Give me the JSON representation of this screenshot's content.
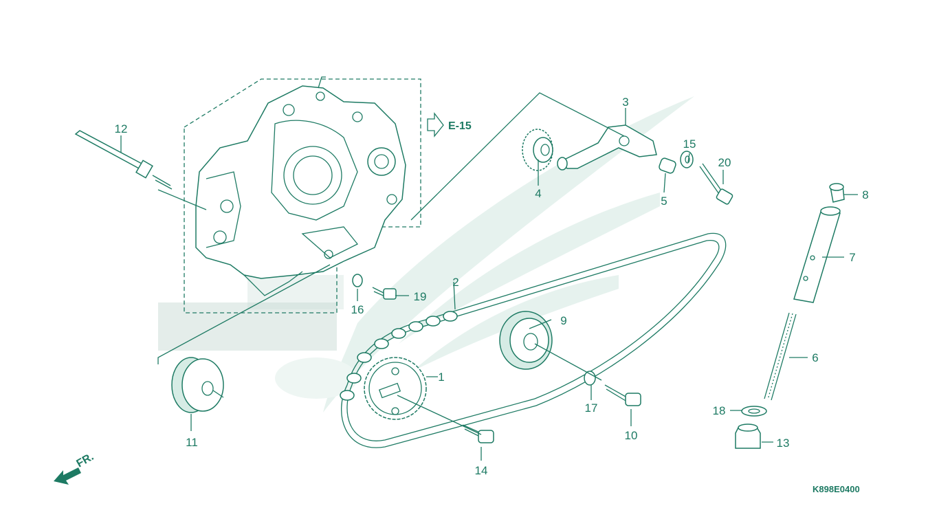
{
  "colors": {
    "line": "#1d7a63",
    "watermark": "#e6f2ee",
    "background": "#ffffff"
  },
  "diagram": {
    "reference": {
      "arrow_icon": "hollow-arrow-icon",
      "label": "E-15"
    },
    "direction": {
      "arrow_icon": "front-arrow-icon",
      "label": "FR."
    },
    "diagram_code": "K898E0400",
    "callouts": [
      {
        "id": "c1",
        "label": "1"
      },
      {
        "id": "c2",
        "label": "2"
      },
      {
        "id": "c3",
        "label": "3"
      },
      {
        "id": "c4",
        "label": "4"
      },
      {
        "id": "c5",
        "label": "5"
      },
      {
        "id": "c6",
        "label": "6"
      },
      {
        "id": "c7",
        "label": "7"
      },
      {
        "id": "c8",
        "label": "8"
      },
      {
        "id": "c9",
        "label": "9"
      },
      {
        "id": "c10",
        "label": "10"
      },
      {
        "id": "c11",
        "label": "11"
      },
      {
        "id": "c12",
        "label": "12"
      },
      {
        "id": "c13",
        "label": "13"
      },
      {
        "id": "c14",
        "label": "14"
      },
      {
        "id": "c15",
        "label": "15"
      },
      {
        "id": "c16",
        "label": "16"
      },
      {
        "id": "c17",
        "label": "17"
      },
      {
        "id": "c18",
        "label": "18"
      },
      {
        "id": "c19",
        "label": "19"
      },
      {
        "id": "c20",
        "label": "20"
      }
    ]
  }
}
